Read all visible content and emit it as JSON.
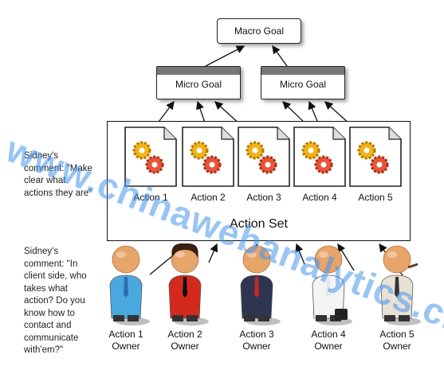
{
  "macro_goal": "Macro Goal",
  "micro_goals": [
    "Micro Goal",
    "Micro Goal"
  ],
  "action_set_label": "Action Set",
  "actions": [
    "Action 1",
    "Action 2",
    "Action 3",
    "Action 4",
    "Action 5"
  ],
  "comments": [
    "Sidney's comment: \"Make clear what actions they are\"",
    "Sidney's comment: \"In client side, who takes what action? Do you know how to contact and communicate with'em?\""
  ],
  "owners": [
    {
      "line1": "Action 1",
      "line2": "Owner",
      "shirt": "#4aa8e0",
      "tie": "#2b6fb0"
    },
    {
      "line1": "Action 2",
      "line2": "Owner",
      "shirt": "#d42a1e",
      "tie": "#111111"
    },
    {
      "line1": "Action 3",
      "line2": "Owner",
      "shirt": "#2f3550",
      "tie": "#c22a20"
    },
    {
      "line1": "Action 4",
      "line2": "Owner",
      "shirt": "#f4f4f4",
      "tie": "#e8e8e8"
    },
    {
      "line1": "Action 5",
      "line2": "Owner",
      "shirt": "#e8e2d4",
      "tie": "#333333"
    }
  ],
  "watermark": "www.chinawebanalytics.cn",
  "colors": {
    "gear_yellow": "#f2b21a",
    "gear_red": "#e8553a",
    "watermark": "#4696eb"
  }
}
